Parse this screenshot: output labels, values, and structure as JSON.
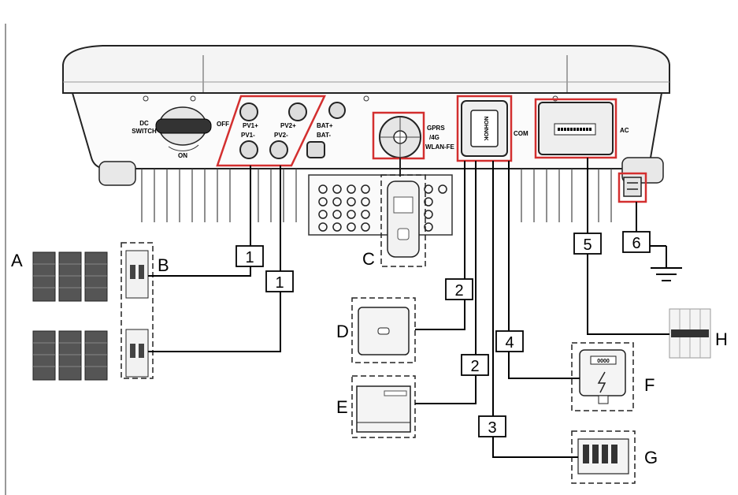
{
  "inverter": {
    "dc_switch_label_line1": "DC",
    "dc_switch_label_line2": "SWITCH",
    "switch_off_label": "OFF",
    "switch_on_label": "ON",
    "pv1_plus": "PV1+",
    "pv1_minus": "PV1-",
    "pv2_plus": "PV2+",
    "pv2_minus": "PV2-",
    "bat_plus": "BAT+",
    "bat_minus": "BAT-",
    "gprs_line1": "GPRS",
    "gprs_line2": "/4G",
    "gprs_line3": "WLAN-FE",
    "com_label": "COM",
    "ac_label": "AC",
    "com_plug_text": "NOHNOK"
  },
  "cable_numbers": [
    "1",
    "1",
    "2",
    "2",
    "3",
    "4",
    "5",
    "6"
  ],
  "component_letters": {
    "a": "A",
    "b": "B",
    "c": "C",
    "d": "D",
    "e": "E",
    "f": "F",
    "g": "G",
    "h": "H"
  },
  "meter_display": "0000",
  "colors": {
    "highlight": "#d32f2f",
    "line": "#000000",
    "device_fill": "#f0f0f0"
  }
}
